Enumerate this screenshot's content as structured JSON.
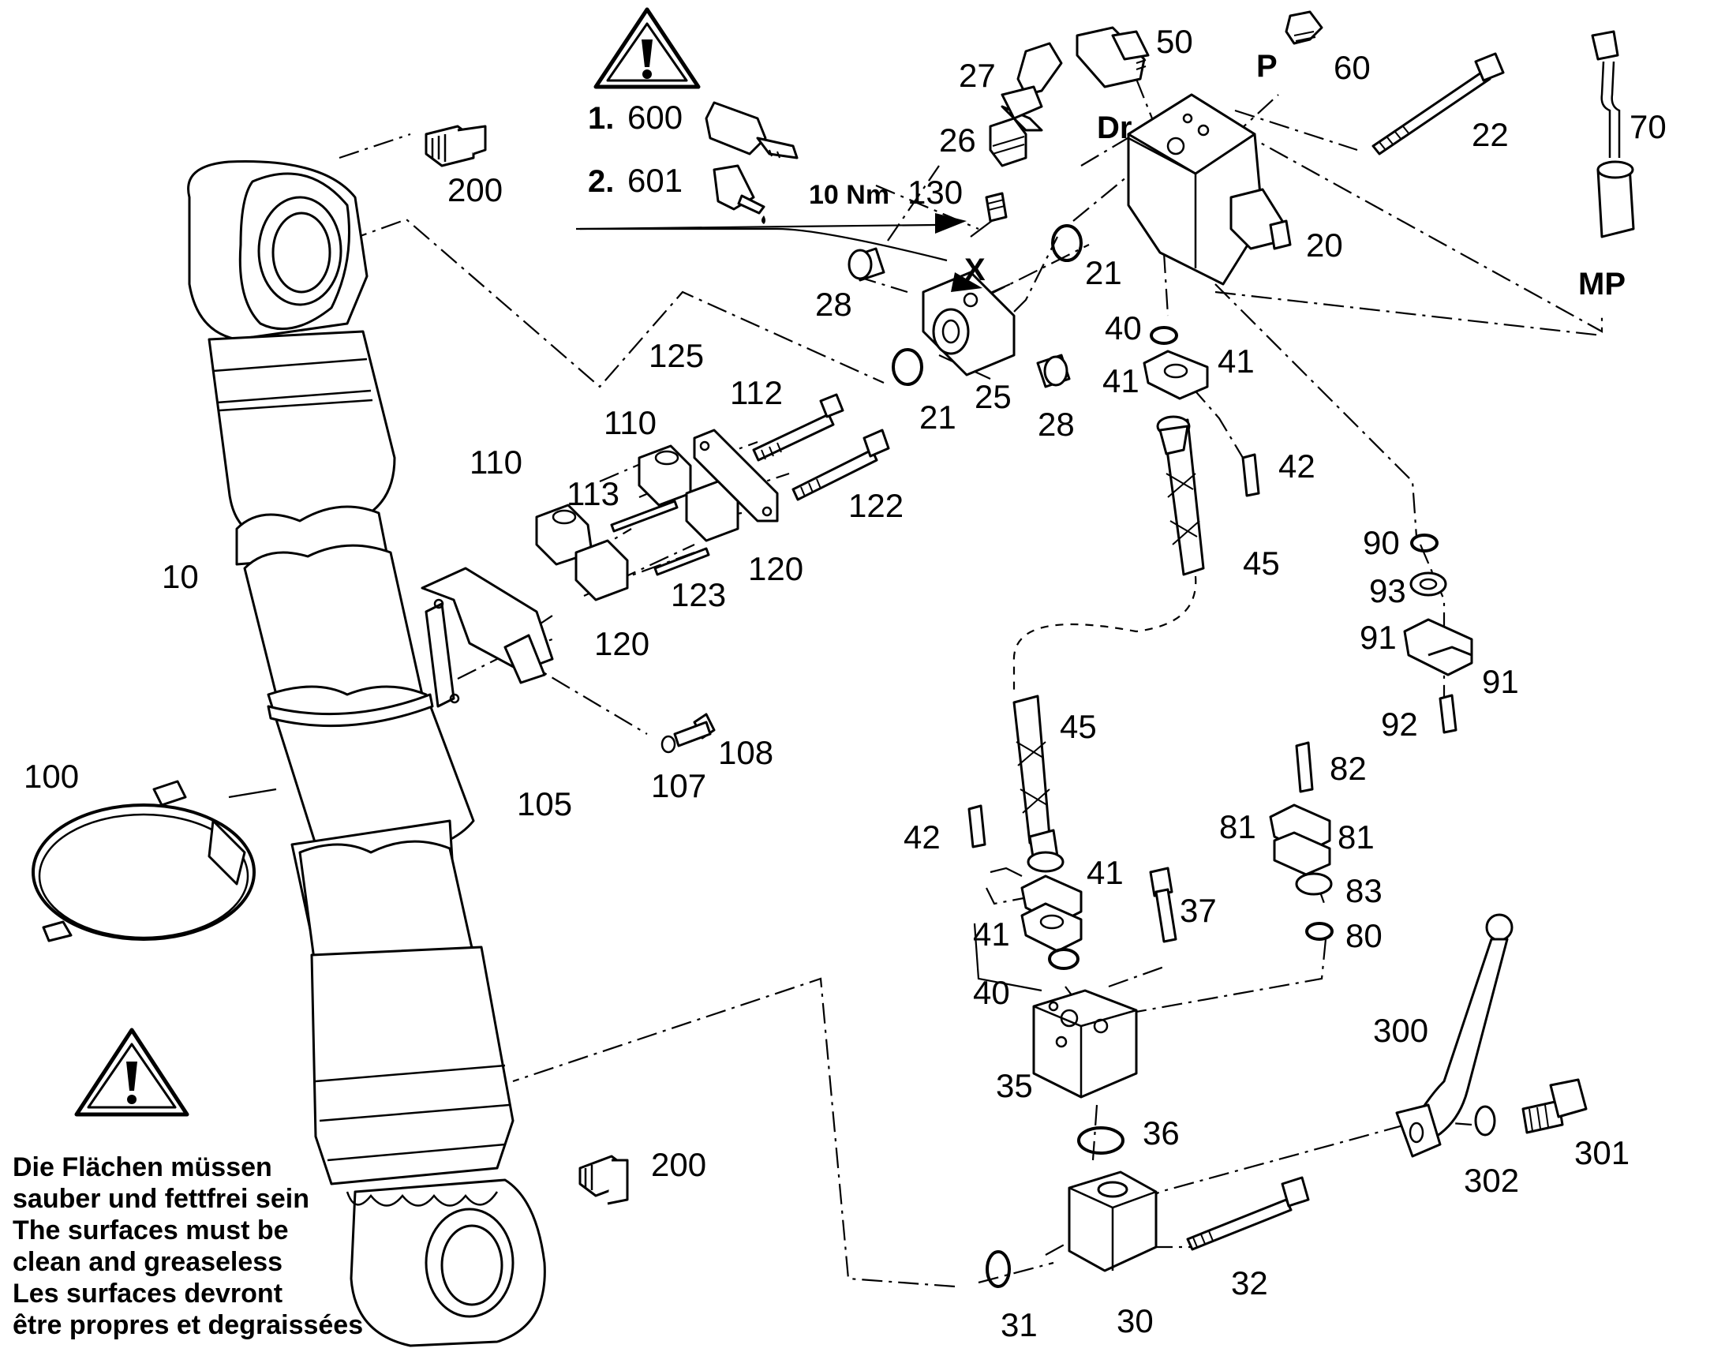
{
  "warnings": {
    "top": [
      {
        "step": "1.",
        "part": "600"
      },
      {
        "step": "2.",
        "part": "601"
      }
    ],
    "torque": "10 Nm",
    "surface_note": [
      "Die Flächen müssen",
      "sauber und fettfrei sein",
      "The surfaces must be",
      "clean and greaseless",
      "Les surfaces devront",
      "être propres et degraissées"
    ]
  },
  "ports": {
    "x": "X",
    "dr": "Dr",
    "p": "P",
    "mp": "MP"
  },
  "parts": {
    "p10": "10",
    "p20": "20",
    "p21a": "21",
    "p21b": "21",
    "p22": "22",
    "p25": "25",
    "p26": "26",
    "p27": "27",
    "p28a": "28",
    "p28b": "28",
    "p30": "30",
    "p31": "31",
    "p32": "32",
    "p35": "35",
    "p36": "36",
    "p37": "37",
    "p40a": "40",
    "p40b": "40",
    "p41a": "41",
    "p41b": "41",
    "p41c": "41",
    "p41d": "41",
    "p42a": "42",
    "p42b": "42",
    "p45a": "45",
    "p45b": "45",
    "p50": "50",
    "p60": "60",
    "p70": "70",
    "p80": "80",
    "p81a": "81",
    "p81b": "81",
    "p82": "82",
    "p83": "83",
    "p90": "90",
    "p91a": "91",
    "p91b": "91",
    "p92": "92",
    "p93": "93",
    "p100": "100",
    "p105": "105",
    "p107": "107",
    "p108": "108",
    "p110a": "110",
    "p110b": "110",
    "p112": "112",
    "p113": "113",
    "p120a": "120",
    "p120b": "120",
    "p122": "122",
    "p123": "123",
    "p125": "125",
    "p130": "130",
    "p200a": "200",
    "p200b": "200",
    "p300": "300",
    "p301": "301",
    "p302": "302"
  },
  "icons": [
    "warning-triangle-icon",
    "glue-tube-icon",
    "glue-bottle-icon"
  ]
}
